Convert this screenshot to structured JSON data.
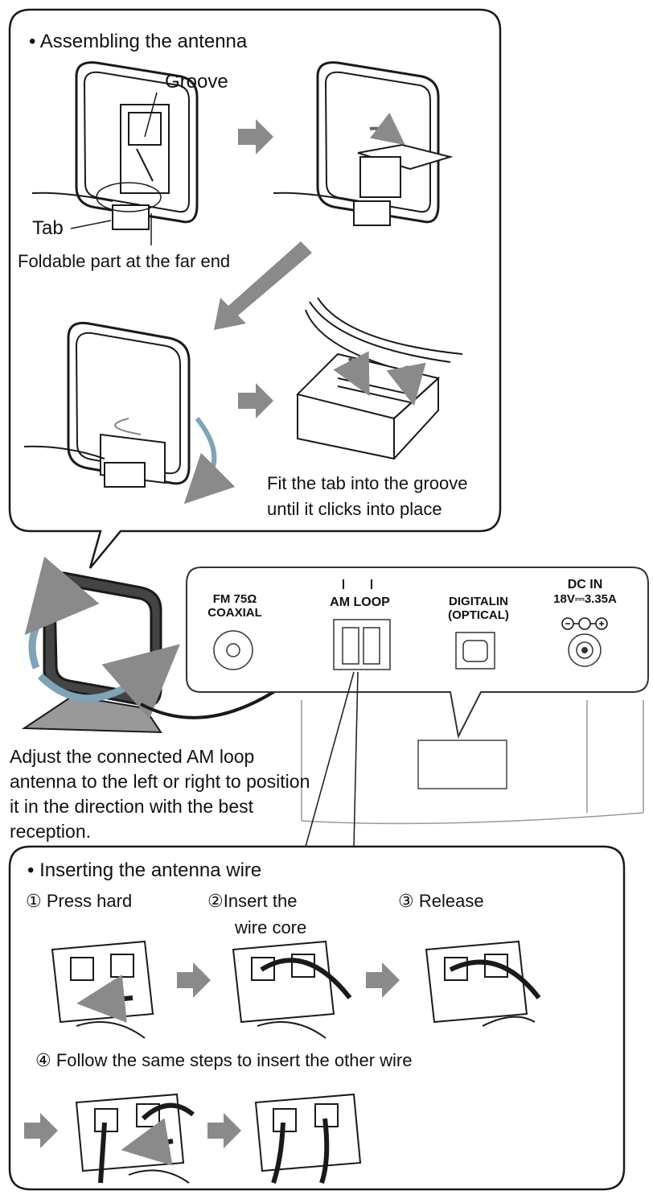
{
  "assembling": {
    "title": "• Assembling the antenna",
    "groove_label": "Groove",
    "tab_label": "Tab",
    "foldable_label": "Foldable part at the far end",
    "fit_caption_1": "Fit the tab into the groove",
    "fit_caption_2": "until it clicks into place"
  },
  "panel": {
    "fm_line1": "FM 75Ω",
    "fm_line2": "COAXIAL",
    "am_loop": "AM LOOP",
    "digital_line1": "DIGITALIN",
    "digital_line2": "(OPTICAL)",
    "dc_line1": "DC IN",
    "dc_line2": "18V⎓3.35A"
  },
  "adjust_note": "Adjust the connected AM loop antenna to the left or right to position it in the direction with the best reception.",
  "inserting": {
    "title": "• Inserting the antenna wire",
    "step1": "① Press hard",
    "step2_line1": "②Insert the",
    "step2_line2": "wire core",
    "step3": "③  Release",
    "step4": "④ Follow the same steps to insert the other wire"
  },
  "colors": {
    "arrow": "#8a8a8a",
    "outline": "#1a1a1a",
    "rotate_arrow": "#7fa3b8"
  }
}
